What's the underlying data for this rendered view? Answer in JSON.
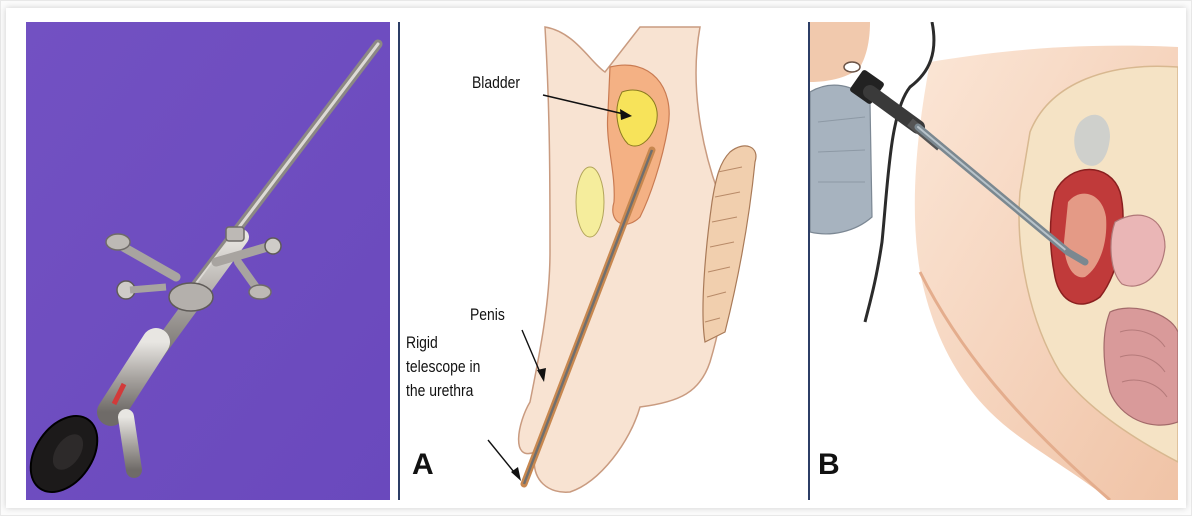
{
  "panels": {
    "a": {
      "letter": "A",
      "labels": {
        "bladder": "Bladder",
        "penis": "Penis",
        "rigid_line1": "Rigid",
        "rigid_line2": "telescope in",
        "rigid_line3": "the urethra"
      }
    },
    "b": {
      "letter": "B"
    }
  },
  "colors": {
    "photo_background": "#7a55c7",
    "instrument_metal": "#b9b6b3",
    "skin": "#f7d9c2",
    "bladder_yellow": "#f7e36a",
    "divider": "#2c3e66"
  }
}
